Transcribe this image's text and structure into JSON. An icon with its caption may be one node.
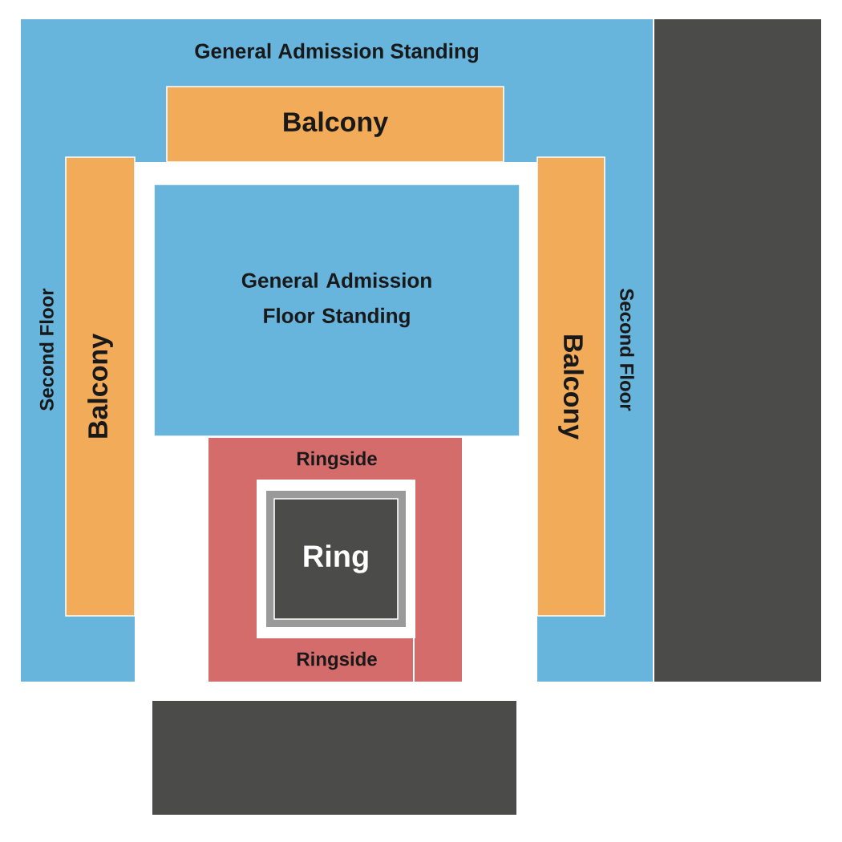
{
  "diagram": {
    "nodes": [
      {
        "text": [
          "General Admission Standing",
          "Second Floor",
          "Second Floor"
        ]
      },
      {
        "text": [
          "Balcony"
        ],
        "in": 0
      },
      {
        "text": [
          "Balcony"
        ],
        "in": 0
      },
      {
        "text": [
          "Balcony"
        ],
        "in": 0
      },
      {
        "text": [
          "General Admission Floor Standing"
        ]
      },
      {
        "text": [
          "Ringside",
          "Ringside"
        ]
      },
      {
        "text": [
          "Ring"
        ],
        "in": 5
      },
      {
        "text": [],
        "shape": "box"
      },
      {
        "text": [],
        "shape": "box"
      }
    ]
  }
}
